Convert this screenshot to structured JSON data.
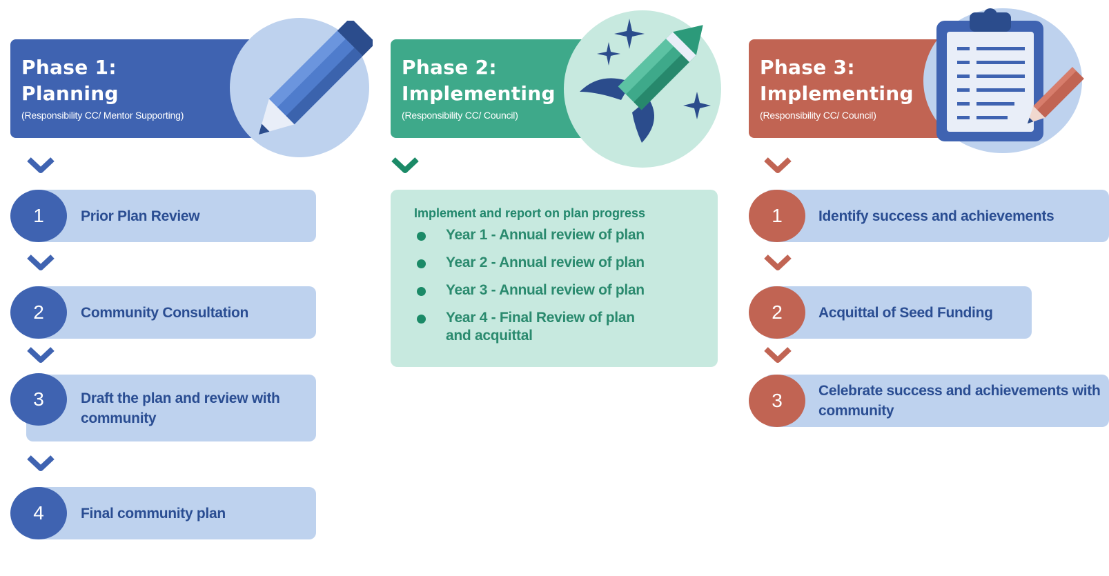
{
  "colors": {
    "phase1": "#3f63b1",
    "phase2": "#3ea98a",
    "phase3": "#c16453",
    "step_box_bg": "#bed2ee",
    "impl_panel_bg": "#c7e9df"
  },
  "phase1": {
    "title_line1": "Phase 1:",
    "title_line2": "Planning",
    "subtitle": "(Responsibility CC/ Mentor Supporting)",
    "icon": "pencil-icon",
    "steps": [
      {
        "num": "1",
        "label": "Prior Plan Review"
      },
      {
        "num": "2",
        "label": "Community Consultation"
      },
      {
        "num": "3",
        "label": "Draft the plan and review with community"
      },
      {
        "num": "4",
        "label": "Final community plan"
      }
    ]
  },
  "phase2": {
    "title_line1": "Phase 2:",
    "title_line2": "Implementing",
    "subtitle": "(Responsibility CC/ Council)",
    "icon": "rocket-icon",
    "panel": {
      "heading": "Implement and report on plan progress",
      "items": [
        "Year 1 - Annual review of plan",
        "Year 2 - Annual review of plan",
        "Year 3 - Annual review of plan",
        "Year 4 - Final Review of plan and acquittal"
      ]
    }
  },
  "phase3": {
    "title_line1": "Phase 3:",
    "title_line2": "Implementing",
    "subtitle": "(Responsibility CC/ Council)",
    "icon": "clipboard-icon",
    "steps": [
      {
        "num": "1",
        "label": "Identify success and achievements"
      },
      {
        "num": "2",
        "label": "Acquittal of Seed Funding"
      },
      {
        "num": "3",
        "label": "Celebrate success and achievements with community"
      }
    ]
  }
}
